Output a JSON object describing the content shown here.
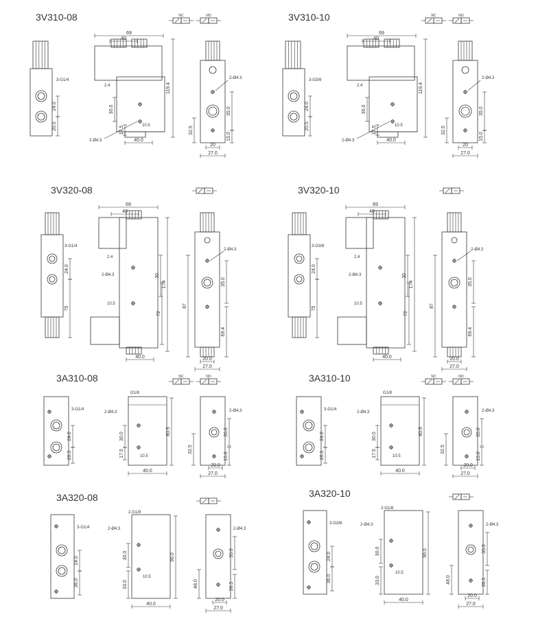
{
  "sections": [
    {
      "title": "3V310-08",
      "symbols": [
        "NC",
        "NO"
      ],
      "port": "3-G1/4",
      "dims": {
        "w69": "69",
        "w40": "40",
        "h119": "119.4",
        "a24": "2.4",
        "d30": "30.0",
        "d24": "24.0",
        "d175": "17.5",
        "d205": "20.5",
        "d105": "10.5",
        "d40": "40.0",
        "hole": "2-Ø4.3",
        "d35": "35.0",
        "d325": "32.5",
        "d15": "15.0",
        "d20": "20",
        "d27": "27.0"
      }
    },
    {
      "title": "3V310-10",
      "symbols": [
        "NC",
        "NO"
      ],
      "port": "3-G3/8",
      "dims": {
        "w69": "69",
        "w40": "40",
        "h119": "119.4",
        "a24": "2.4",
        "d30": "30.0",
        "d24": "24.0",
        "d175": "17.5",
        "d205": "20.5",
        "d105": "10.5",
        "d40": "40.0",
        "hole": "2-Ø4.3",
        "d35": "35.0",
        "d325": "32.5",
        "d15": "15.0",
        "d20": "20",
        "d27": "27.0"
      }
    },
    {
      "title": "3V320-08",
      "port": "3-G1/4",
      "dims": {
        "w69": "69",
        "w40": "40",
        "a24": "2.4",
        "hole": "2-Ø4.3",
        "d30": "30",
        "h174": "174",
        "d24": "24.0",
        "d105": "10.5",
        "d75": "75",
        "d72": "72",
        "d40": "40.0",
        "d87": "87",
        "d35": "35.0",
        "d694": "69.4",
        "d20": "20.0",
        "d27": "27.0"
      }
    },
    {
      "title": "3V320-10",
      "port": "3-G3/8",
      "dims": {
        "w69": "69",
        "w40": "40",
        "a24": "2.4",
        "hole": "2-Ø4.3",
        "d30": "30",
        "h174": "174",
        "d24": "24.0",
        "d105": "10.5",
        "d75": "75",
        "d72": "72",
        "d40": "40.0",
        "d87": "87",
        "d35": "35.0",
        "d694": "69.4",
        "d20": "20.0",
        "d27": "27.0"
      }
    },
    {
      "title": "3A310-08",
      "symbols": [
        "NC",
        "NO"
      ],
      "port": "3-G1/4",
      "gport": "G1/8",
      "dims": {
        "hole": "2-Ø4.3",
        "d24": "24.0",
        "d205": "20.5",
        "d30": "30.0",
        "d805": "80.5",
        "d175": "17.5",
        "d105": "10.5",
        "d40": "40.0",
        "d35": "35.0",
        "d325": "32.5",
        "d15": "15.0",
        "d20": "20.0",
        "d27": "27.0"
      }
    },
    {
      "title": "3A310-10",
      "symbols": [
        "NC",
        "NO"
      ],
      "port": "3-G1/4",
      "gport": "G1/8",
      "dims": {
        "hole": "2-Ø4.3",
        "d24": "24.0",
        "d205": "20.5",
        "d30": "30.0",
        "d805": "80.5",
        "d175": "17.5",
        "d105": "10.5",
        "d40": "40.0",
        "d35": "35.0",
        "d325": "32.5",
        "d15": "15.0",
        "d20": "20.0",
        "d27": "27.0"
      }
    },
    {
      "title": "3A320-08",
      "port": "3-G1/4",
      "gport": "2-G1/8",
      "dims": {
        "hole": "2-Ø4.3",
        "d24": "24.0",
        "d36": "36.0",
        "d30": "30.0",
        "d96": "96.0",
        "d105": "10.5",
        "d33": "33.0",
        "d40": "40.0",
        "d35": "35.0",
        "d48": "48.0",
        "d305": "30.5",
        "d20": "20.0",
        "d27": "27.0"
      }
    },
    {
      "title": "3A320-10",
      "port": "3-G3/8",
      "gport": "2-G1/8",
      "dims": {
        "hole": "2-Ø4.3",
        "d24": "24.0",
        "d36": "36.0",
        "d30": "30.0",
        "d96": "96.0",
        "d105": "10.5",
        "d33": "33.0",
        "d40": "40.0",
        "d35": "35.0",
        "d48": "48.0",
        "d305": "30.5",
        "d20": "20.0",
        "d27": "27.0"
      }
    }
  ]
}
